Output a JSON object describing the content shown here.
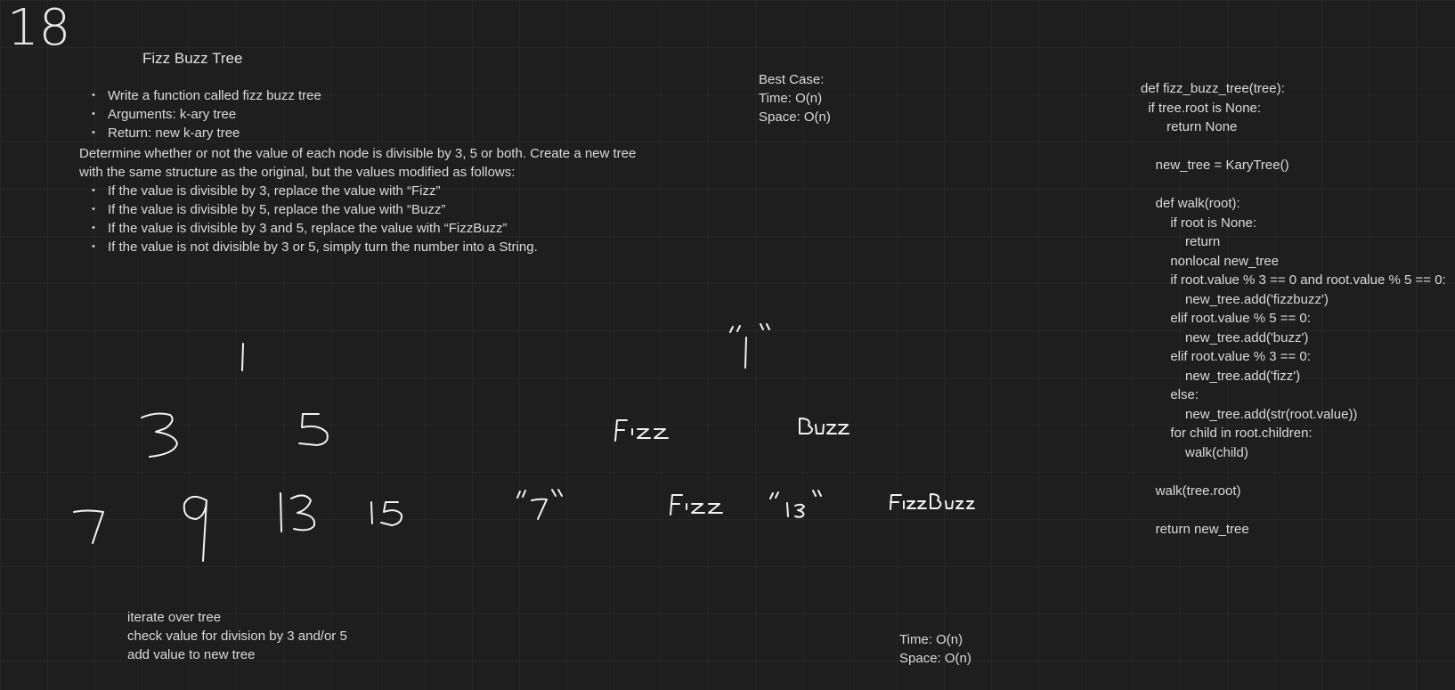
{
  "page_number": "18",
  "title": "Fizz Buzz Tree",
  "intro_bullets": [
    "Write a function called fizz buzz tree",
    "Arguments: k-ary tree",
    "Return: new k-ary tree"
  ],
  "description": "Determine whether or not the value of each node is divisible by 3, 5 or both. Create a new tree with the same structure as the original, but the values modified as follows:",
  "rule_bullets": [
    "If the value is divisible by 3, replace the value with “Fizz”",
    "If the value is divisible by 5, replace the value with “Buzz”",
    "If the value is divisible by 3 and 5, replace the value with “FizzBuzz”",
    "If the value is not divisible by 3 or 5, simply turn the number into a String."
  ],
  "best_case": {
    "label": "Best Case:",
    "time": "Time: O(n)",
    "space": "Space: O(n)"
  },
  "approach_steps": [
    "iterate over tree",
    "check value for division by 3 and/or 5",
    "add value to new tree"
  ],
  "final_complexity": {
    "time": "Time: O(n)",
    "space": "Space: O(n)"
  },
  "code_lines": [
    "def fizz_buzz_tree(tree):",
    "  if tree.root is None:",
    "       return None",
    "",
    "    new_tree = KaryTree()",
    "",
    "    def walk(root):",
    "        if root is None:",
    "            return",
    "        nonlocal new_tree",
    "        if root.value % 3 == 0 and root.value % 5 == 0:",
    "            new_tree.add('fizzbuzz')",
    "        elif root.value % 5 == 0:",
    "            new_tree.add('buzz')",
    "        elif root.value % 3 == 0:",
    "            new_tree.add('fizz')",
    "        else:",
    "            new_tree.add(str(root.value))",
    "        for child in root.children:",
    "            walk(child)",
    "",
    "    walk(tree.root)",
    "",
    "    return new_tree"
  ],
  "handwritten": {
    "input_tree": [
      "1",
      "3",
      "5",
      "7",
      "9",
      "13",
      "15"
    ],
    "output_tree": [
      "\"1\"",
      "Fizz",
      "Buzz",
      "\"7\"",
      "Fizz",
      "\"13\"",
      "FizzBuzz"
    ]
  },
  "colors": {
    "background": "#1e1e1e",
    "text": "#dadada",
    "ink": "#f2f2f2"
  }
}
